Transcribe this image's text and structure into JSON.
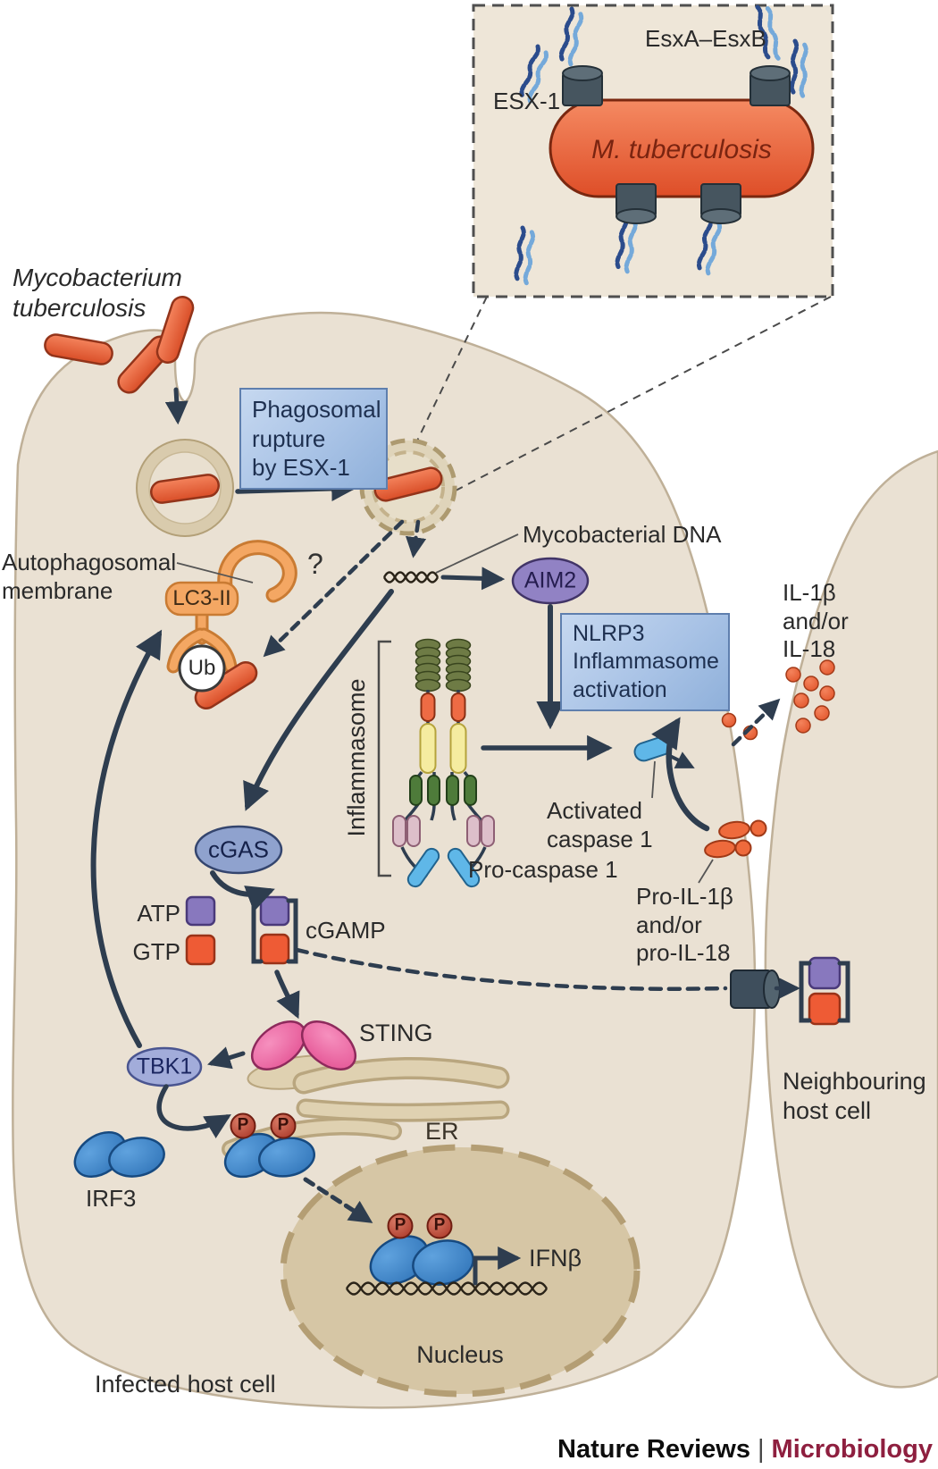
{
  "inset": {
    "esxab_label": "EsxA–EsxB",
    "esx1_label": "ESX-1",
    "bacterium_label": "M. tuberculosis"
  },
  "entry": {
    "species_line1": "Mycobacterium",
    "species_line2": "tuberculosis"
  },
  "boxes": {
    "phagosomal": {
      "line1": "Phagosomal",
      "line2": "rupture",
      "line3": "by ESX-1"
    },
    "nlrp3": {
      "line1": "NLRP3",
      "line2": "Inflammasome",
      "line3": "activation"
    }
  },
  "autophagy": {
    "membrane_line1": "Autophagosomal",
    "membrane_line2": "membrane",
    "lc3_label": "LC3-II",
    "ub_label": "Ub",
    "question_mark": "?"
  },
  "dna_sensing": {
    "myco_dna_label": "Mycobacterial DNA",
    "aim2_label": "AIM2",
    "cgas_label": "cGAS",
    "atp_label": "ATP",
    "gtp_label": "GTP",
    "cgamp_label": "cGAMP"
  },
  "inflammasome": {
    "bracket_label": "Inflammasome",
    "pro_caspase_label": "Pro-caspase 1",
    "activated_line1": "Activated",
    "activated_line2": "caspase 1",
    "il_line1": "IL-1β",
    "il_line2": "and/or",
    "il_line3": "IL-18",
    "pro_il_line1": "Pro-IL-1β",
    "pro_il_line2": "and/or",
    "pro_il_line3": "pro-IL-18"
  },
  "signaling": {
    "sting_label": "STING",
    "tbk1_label": "TBK1",
    "er_label": "ER",
    "irf3_label": "IRF3",
    "phospho_label": "P",
    "ifnb_label": "IFNβ"
  },
  "cells": {
    "nucleus_label": "Nucleus",
    "infected_label": "Infected host cell",
    "neighbour_line1": "Neighbouring",
    "neighbour_line2": "host cell"
  },
  "footer": {
    "journal": "Nature Reviews",
    "divider": "|",
    "field": "Microbiology"
  },
  "colors": {
    "cell_fill": "#EAE1D3",
    "cell_stroke": "#BFB098",
    "nucleus_fill": "#D6C6A5",
    "arrow": "#2E3D4F",
    "bacterium_orange": "#E85935",
    "box_blue": "#A9C3E6",
    "aim2_purple": "#9182C4",
    "cgas_blue": "#8FA2CE",
    "sting_pink": "#E75D9D",
    "irf3_blue": "#3584CC",
    "caspase_blue": "#5FB7E8",
    "phospho_red": "#B8473A",
    "footer_brand": "#8E1F3F"
  }
}
